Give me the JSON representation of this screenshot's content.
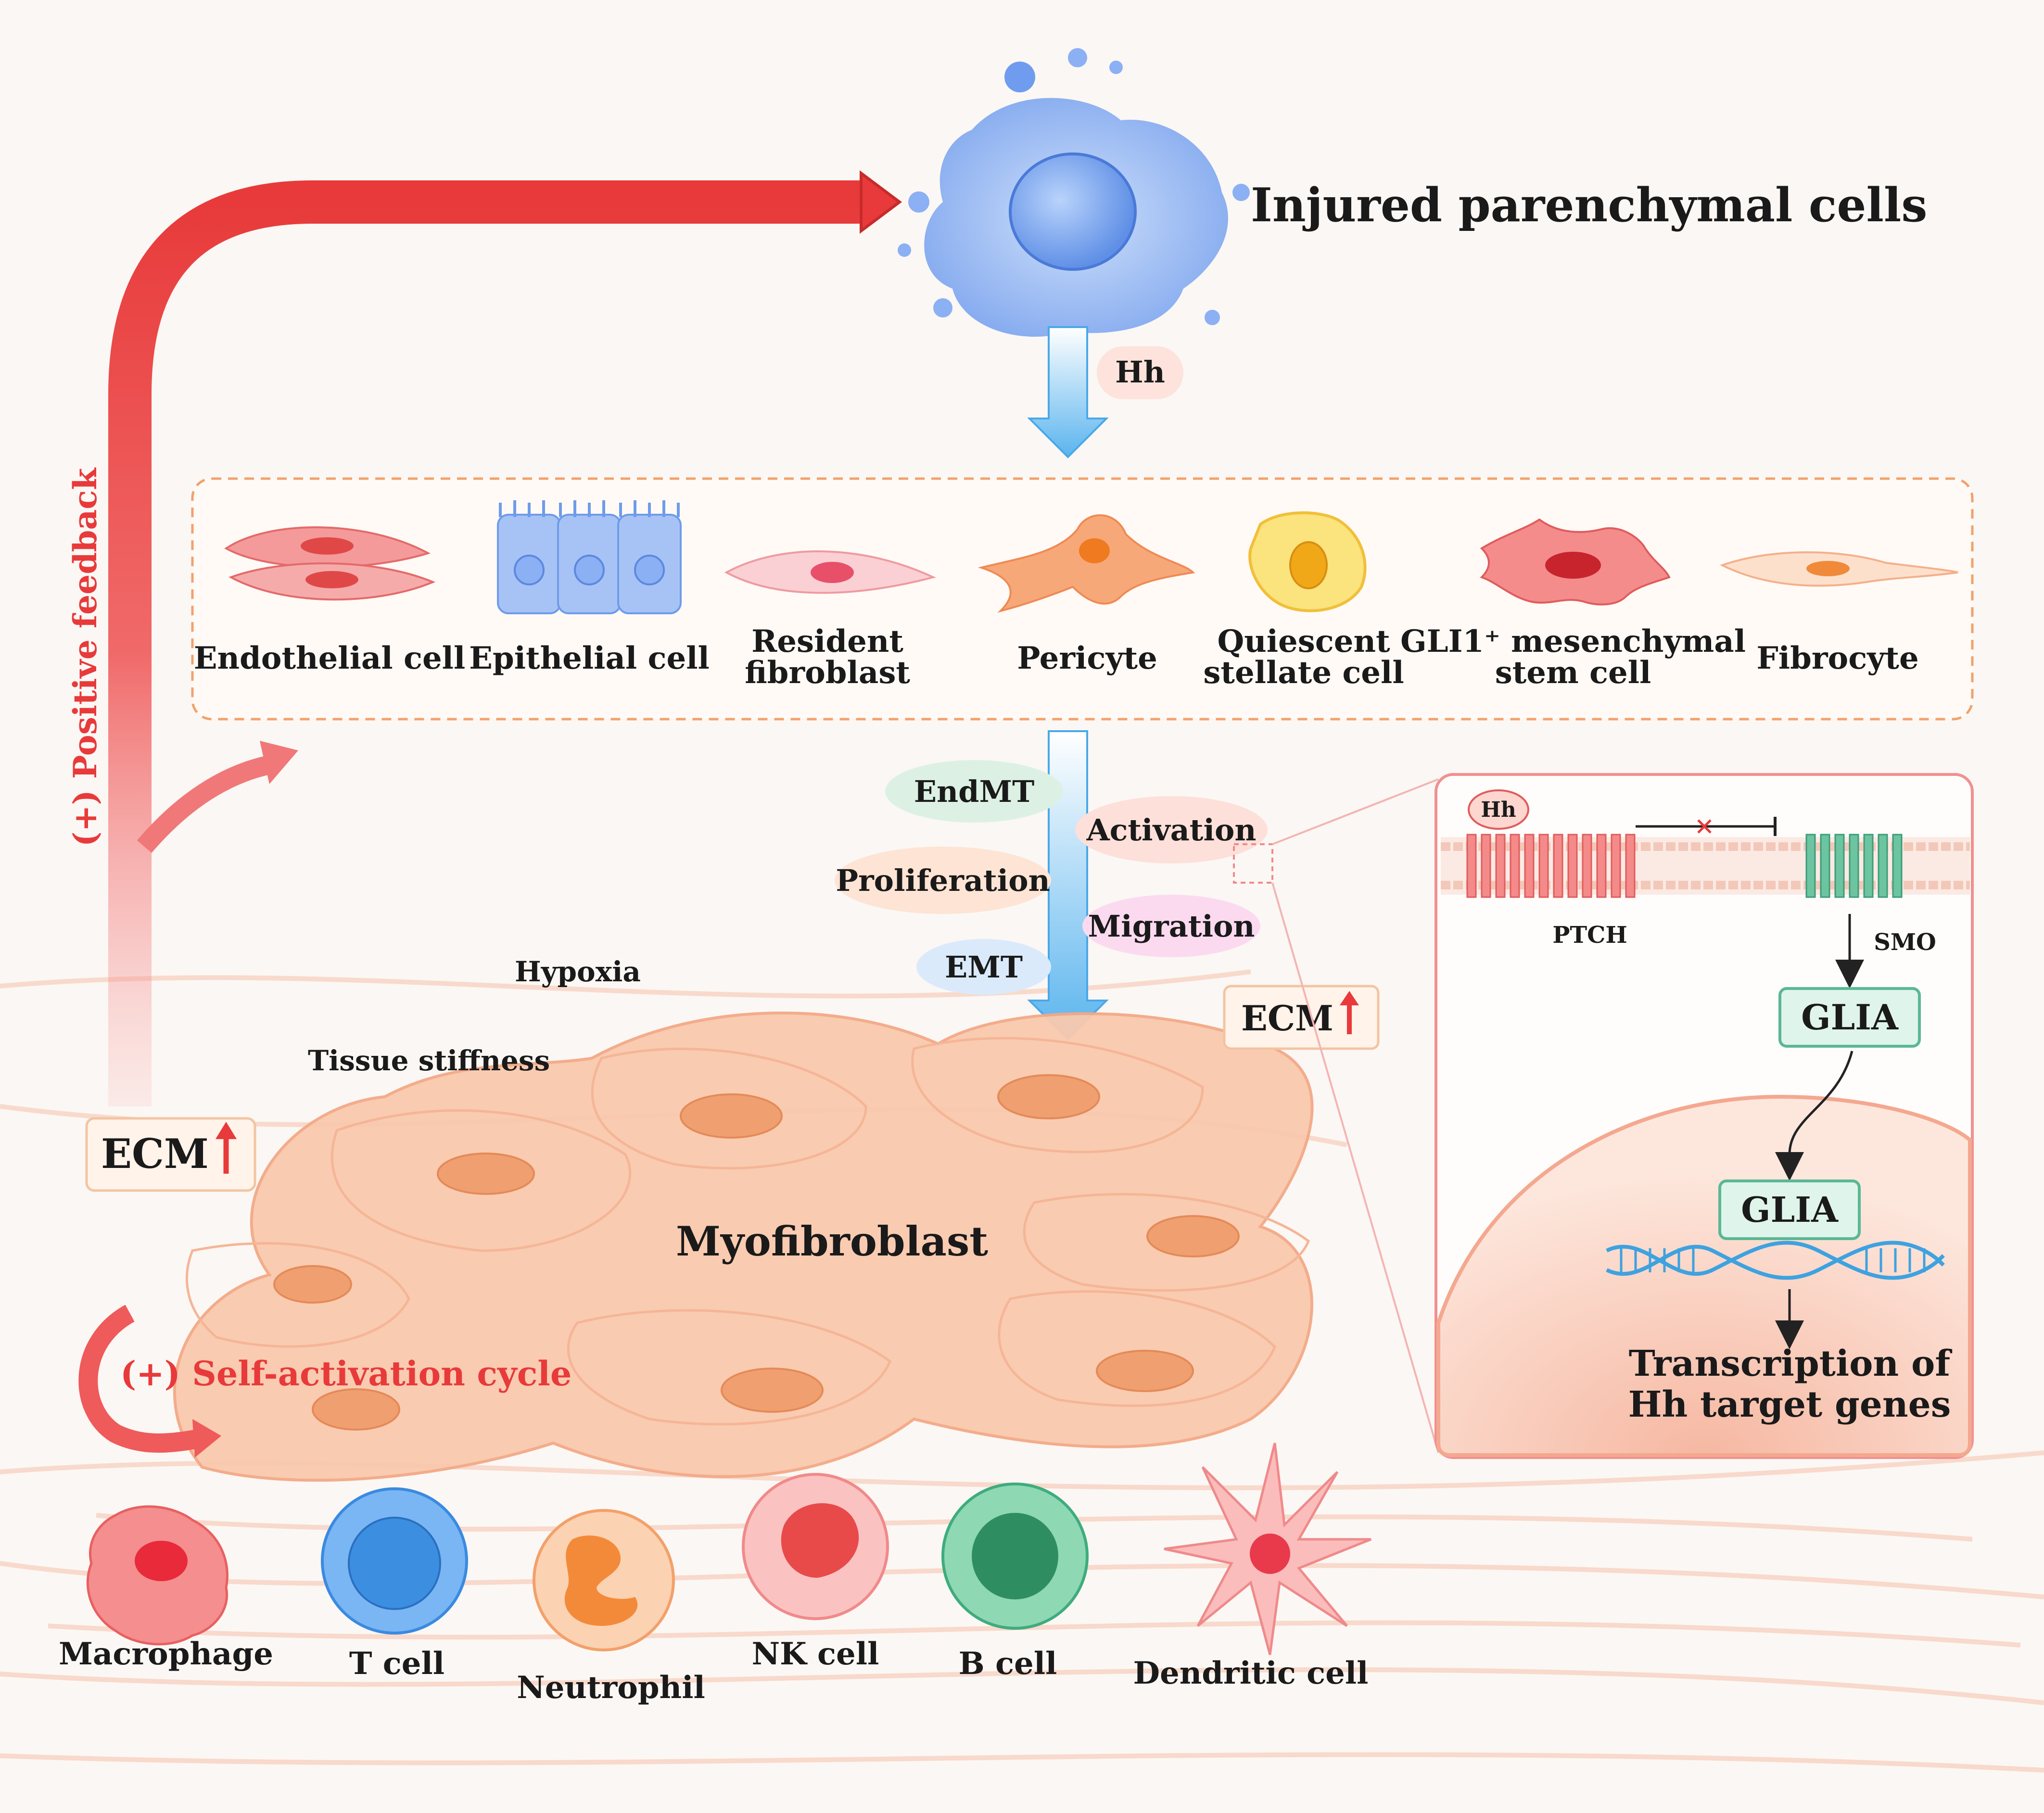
{
  "title": "Injured parenchymal cells",
  "signal_top": "Hh",
  "source_cells": [
    {
      "label1": "Endothelial cell",
      "label2": ""
    },
    {
      "label1": "Epithelial cell",
      "label2": ""
    },
    {
      "label1": "Resident",
      "label2": "fibroblast"
    },
    {
      "label1": "Pericyte",
      "label2": ""
    },
    {
      "label1": "Quiescent",
      "label2": "stellate cell"
    },
    {
      "label1": "GLI1⁺ mesenchymal",
      "label2": "stem cell"
    },
    {
      "label1": "Fibrocyte",
      "label2": ""
    }
  ],
  "processes": {
    "endmt": "EndMT",
    "activation": "Activation",
    "proliferation": "Proliferation",
    "migration": "Migration",
    "emt": "EMT"
  },
  "feedback_label": "(+) Positive feedback",
  "ecm_left": "ECM",
  "ecm_right": "ECM",
  "hypoxia": "Hypoxia",
  "tissue_stiffness": "Tissue stiffness",
  "myofibroblast": "Myofibroblast",
  "self_activation": "(+) Self-activation cycle",
  "immune_cells": [
    "Macrophage",
    "T cell",
    "Neutrophil",
    "NK cell",
    "B cell",
    "Dendritic cell"
  ],
  "inset": {
    "hh": "Hh",
    "ptch": "PTCH",
    "smo": "SMO",
    "glia1": "GLIA",
    "glia2": "GLIA",
    "transcription1": "Transcription of",
    "transcription2": "Hh target genes"
  },
  "colors": {
    "feedback_red": "#e83a3a",
    "blue_arrow": "#4aa8e8",
    "myofibroblast": "#f6c3a6",
    "smo_green": "#5ab894",
    "ptch_red": "#ef7e7e"
  }
}
